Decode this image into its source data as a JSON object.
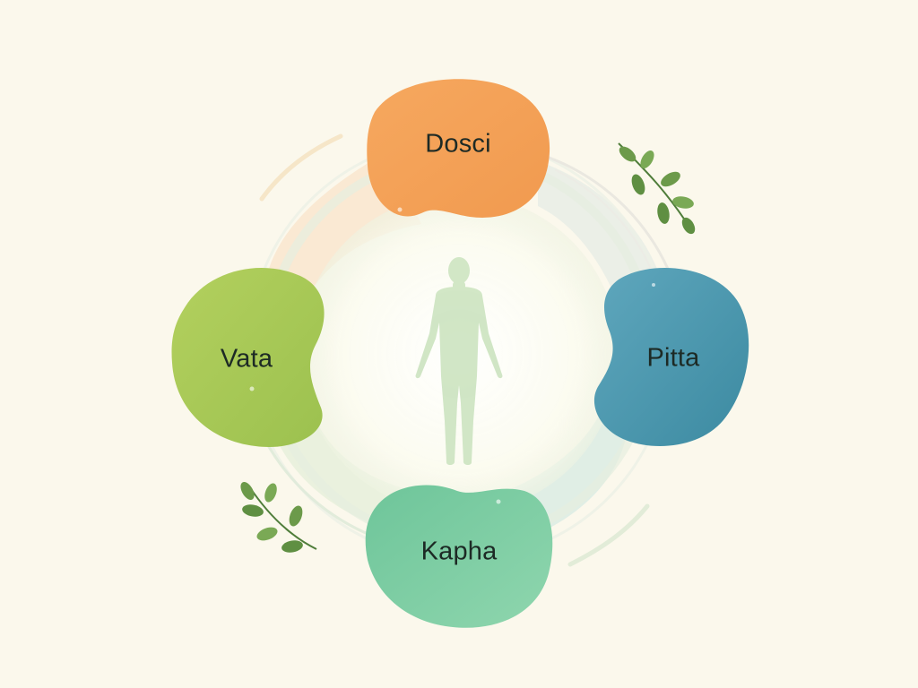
{
  "diagram": {
    "nodes": [
      {
        "id": "top",
        "label": "Dosci",
        "color": "#f4a259"
      },
      {
        "id": "left",
        "label": "Vata",
        "color": "#a8c956"
      },
      {
        "id": "right",
        "label": "Pitta",
        "color": "#4d98ad"
      },
      {
        "id": "bottom",
        "label": "Kapha",
        "color": "#7fcf9f"
      }
    ],
    "center_icon": "human-figure-icon",
    "decorations": [
      "leaf-sprig-icon",
      "leaf-sprig-icon"
    ]
  }
}
